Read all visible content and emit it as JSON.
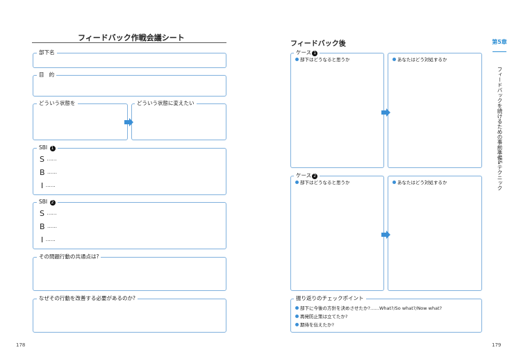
{
  "left": {
    "title": "フィードバック作戦会議シート",
    "subordinate_name": "部下名",
    "purpose_1": "目",
    "purpose_2": "的",
    "current_state": "どういう状態を",
    "desired_state": "どういう状態に変えたい",
    "sbi1_label": "SBI",
    "sbi1_num": "1",
    "sbi2_label": "SBI",
    "sbi2_num": "2",
    "sbi_lines": [
      "S",
      "B",
      "I"
    ],
    "dots": "……",
    "common_point": "その問題行動の共通点は?",
    "why_improve": "なぜその行動を改善する必要があるのか?",
    "page_number": "178"
  },
  "right": {
    "title": "フィードバック後",
    "case1_label": "ケース",
    "case1_num": "1",
    "case2_label": "ケース",
    "case2_num": "2",
    "subordinate_thinks": "部下はどうなると思うか",
    "how_respond": "あなたはどう対処するか",
    "checkpoint_label": "振り返りのチェックポイント",
    "checkpoints": [
      "部下に今後の方針を決めさせたか?……What?/So what?/Now what?",
      "再発防止策は立てたか?",
      "期待を伝えたか?"
    ],
    "chapter": "第5章",
    "chapter_title": "フィードバックを続けるための事前準備&テクニック",
    "page_number": "179"
  },
  "colors": {
    "border": "#7fb0dd",
    "accent": "#3a8fd6",
    "tab": "#2e8fd4"
  }
}
